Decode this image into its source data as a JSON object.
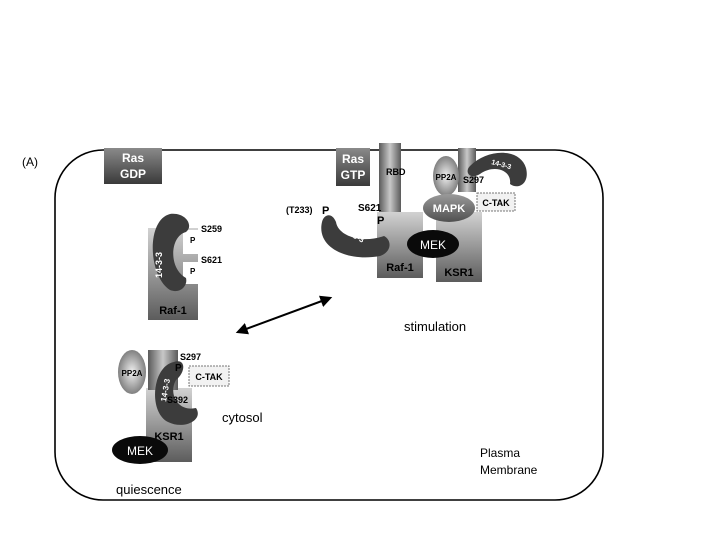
{
  "panel_label": "(A)",
  "membrane": {
    "label_line1": "Plasma",
    "label_line2": "Membrane"
  },
  "ras_gdp": {
    "line1": "Ras",
    "line2": "GDP"
  },
  "ras_gtp": {
    "line1": "Ras",
    "line2": "GTP"
  },
  "rbd_label": "RBD",
  "cytosol_raf": {
    "site_top": "S259",
    "site_bottom": "S621",
    "p_top": "P",
    "p_bottom": "P",
    "arc_label": "14-3-3",
    "raf_label": "Raf-1"
  },
  "active_raf": {
    "t233_label": "(T233)",
    "p_t233": "P",
    "s621_label": "S621",
    "p_s621": "P",
    "arc_label": "14-3-3",
    "raf_label": "Raf-1",
    "mek_label": "MEK"
  },
  "active_ksr": {
    "pp2a_label": "PP2A",
    "s297_label": "S297",
    "arc_label": "14-3-3",
    "mapk_label": "MAPK",
    "ctak_label": "C-TAK",
    "ksr_label": "KSR1"
  },
  "quiescent_ksr": {
    "pp2a_label": "PP2A",
    "s297_label": "S297",
    "p_top": "P",
    "ctak_label": "C-TAK",
    "s392_label": "S392",
    "arc_label": "14-3-3",
    "ksr_label": "KSR1",
    "mek_label": "MEK"
  },
  "captions": {
    "stimulation": "stimulation",
    "cytosol": "cytosol",
    "quiescence": "quiescence"
  }
}
